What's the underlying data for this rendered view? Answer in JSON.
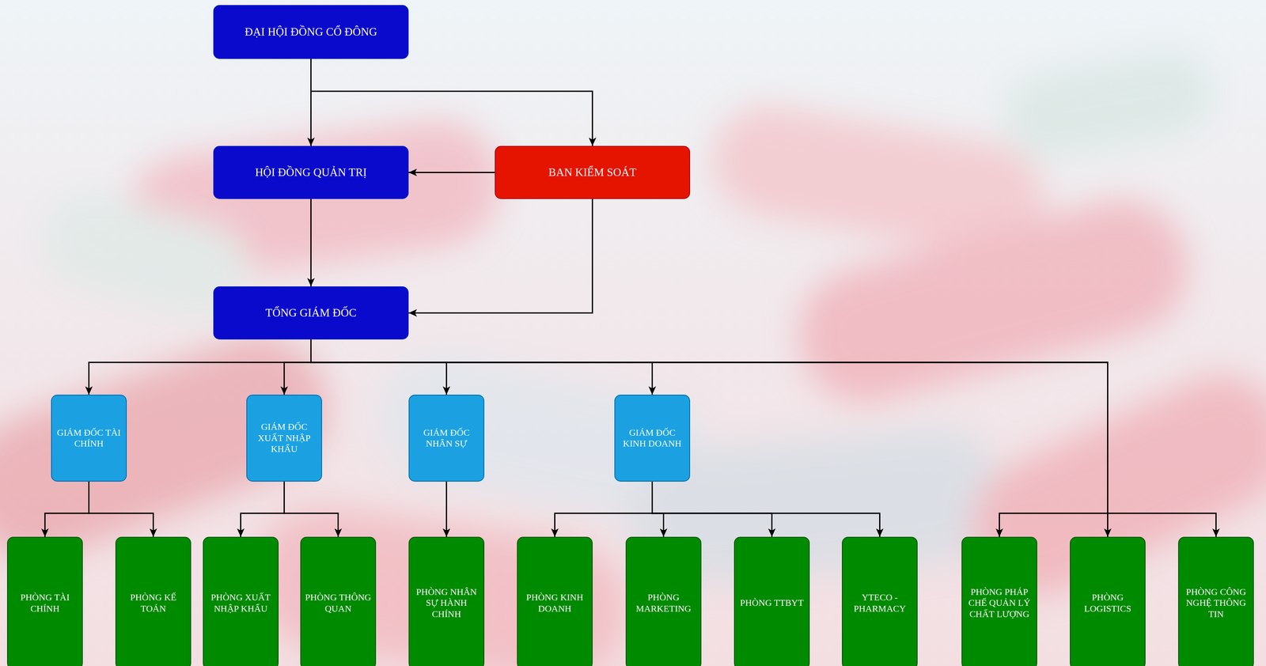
{
  "diagram": {
    "nodes": [
      {
        "text": [
          "ĐẠI HỘI ĐỒNG CỔ ĐÔNG"
        ]
      },
      {
        "text": [
          "HỘI ĐỒNG QUẢN TRỊ"
        ]
      },
      {
        "text": [
          "BAN KIỂM SOÁT"
        ]
      },
      {
        "text": [
          "TỔNG GIÁM ĐỐC"
        ]
      },
      {
        "text": [
          "GIÁM ĐỐC TÀI CHÍNH"
        ]
      },
      {
        "text": [
          "GIÁM ĐỐC XUẤT NHẬP KHẨU"
        ]
      },
      {
        "text": [
          "GIÁM ĐỐC NHÂN SỰ"
        ]
      },
      {
        "text": [
          "GIÁM ĐỐC KINH DOANH"
        ]
      },
      {
        "text": [
          "PHÒNG TÀI CHÍNH"
        ]
      },
      {
        "text": [
          "PHÒNG KẾ TOÁN"
        ]
      },
      {
        "text": [
          "PHÒNG XUẤT NHẬP KHẨU"
        ]
      },
      {
        "text": [
          "PHÒNG THÔNG QUAN"
        ]
      },
      {
        "text": [
          "PHÒNG NHÂN SỰ HÀNH CHÍNH"
        ]
      },
      {
        "text": [
          "PHÒNG KINH DOANH"
        ]
      },
      {
        "text": [
          "PHÒNG MARKETING"
        ]
      },
      {
        "text": [
          "PHÒNG TTBYT"
        ]
      },
      {
        "text": [
          "YTECO - PHARMACY"
        ]
      },
      {
        "text": [
          "PHÒNG PHÁP CHẾ QUẢN LÝ CHẤT LƯỢNG"
        ]
      },
      {
        "text": [
          "PHÒNG LOGISTICS"
        ]
      },
      {
        "text": [
          "PHÒNG CÔNG NGHỆ THÔNG TIN"
        ]
      }
    ],
    "edges": [
      {
        "from": 0,
        "to": 1,
        "arrow": "to"
      },
      {
        "from": 0,
        "to": 2,
        "arrow": "to"
      },
      {
        "from": 2,
        "to": 1,
        "arrow": "to"
      },
      {
        "from": 2,
        "to": 3,
        "arrow": "to"
      },
      {
        "from": 1,
        "to": 3,
        "arrow": "to"
      },
      {
        "from": 3,
        "to": 4,
        "arrow": "to"
      },
      {
        "from": 3,
        "to": 5,
        "arrow": "to"
      },
      {
        "from": 3,
        "to": 6,
        "arrow": "to"
      },
      {
        "from": 3,
        "to": 7,
        "arrow": "to"
      },
      {
        "from": 3,
        "to": 17,
        "arrow": "to"
      },
      {
        "from": 3,
        "to": 18,
        "arrow": "to"
      },
      {
        "from": 3,
        "to": 19,
        "arrow": "to"
      },
      {
        "from": 4,
        "to": 8,
        "arrow": "to"
      },
      {
        "from": 4,
        "to": 9,
        "arrow": "to"
      },
      {
        "from": 5,
        "to": 10,
        "arrow": "to"
      },
      {
        "from": 5,
        "to": 11,
        "arrow": "to"
      },
      {
        "from": 6,
        "to": 12,
        "arrow": "to"
      },
      {
        "from": 7,
        "to": 13,
        "arrow": "to"
      },
      {
        "from": 7,
        "to": 14,
        "arrow": "to"
      },
      {
        "from": 7,
        "to": 15,
        "arrow": "to"
      },
      {
        "from": 7,
        "to": 16,
        "arrow": "to"
      }
    ]
  }
}
